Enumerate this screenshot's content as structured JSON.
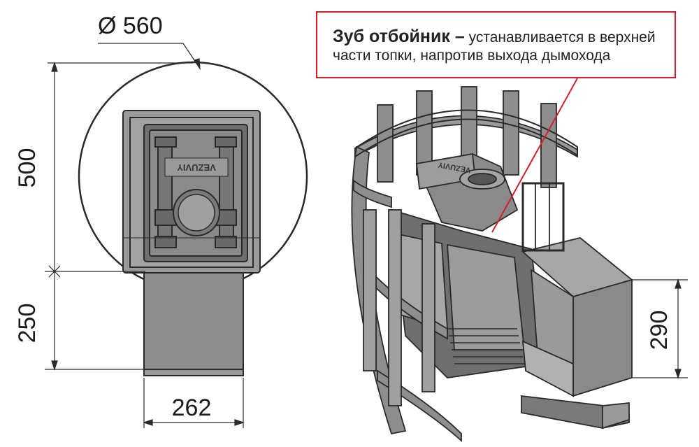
{
  "dimensions": {
    "diameter": "Ø 560",
    "height_upper": "500",
    "height_lower": "250",
    "width_base": "262",
    "height_side": "290"
  },
  "brand": {
    "door_label": "VEZUVIY",
    "firebox_label": "VEZUVIY"
  },
  "callout": {
    "title": "Зуб отбойник –",
    "line1_rest": " устанавливается в верхней",
    "line2": "части топки, напротив выхода дымохода"
  },
  "colors": {
    "callout_border": "#d21f2b",
    "body_fill": "#8e8e8e",
    "dark_fill": "#6f6f6f",
    "light_fill": "#b5b5b5",
    "stroke": "#2a2a2a"
  }
}
